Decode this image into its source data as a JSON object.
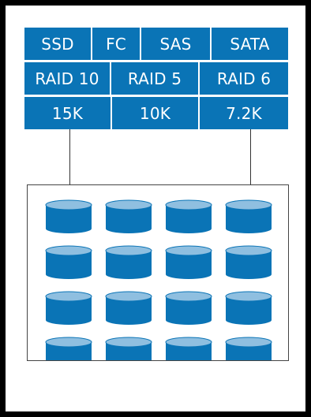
{
  "diagram": {
    "rows": [
      {
        "cells": [
          "SSD",
          "FC",
          "SAS",
          "SATA"
        ]
      },
      {
        "cells": [
          "RAID 10",
          "RAID 5",
          "RAID 6"
        ]
      },
      {
        "cells": [
          "15K",
          "10K",
          "7.2K"
        ]
      }
    ],
    "disk_array": {
      "rows": 4,
      "columns": 4
    },
    "colors": {
      "cell_fill": "#0a74b6",
      "cell_text": "#ffffff",
      "disk_body": "#0a74b6",
      "disk_top": "#8fbfe0",
      "frame": "#000000"
    }
  }
}
